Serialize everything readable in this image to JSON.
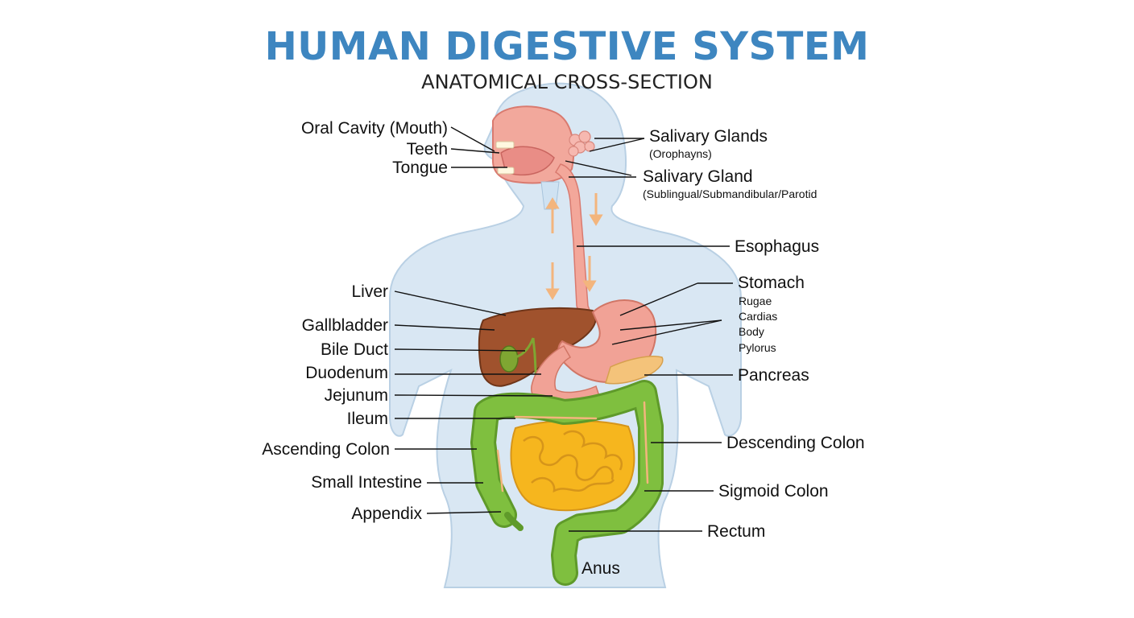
{
  "header": {
    "title": "HUMAN DIGESTIVE SYSTEM",
    "subtitle": "ANATOMICAL CROSS-SECTION"
  },
  "labels": {
    "oral_cavity": "Oral Cavity (Mouth)",
    "teeth": "Teeth",
    "tongue": "Tongue",
    "liver": "Liver",
    "gallbladder": "Gallbladder",
    "bile_duct": "Bile Duct",
    "duodenum": "Duodenum",
    "jejunum": "Jejunum",
    "ileum": "Ileum",
    "ascending_colon": "Ascending Colon",
    "small_intestine": "Small Intestine",
    "appendix": "Appendix",
    "salivary_glands": "Salivary Glands",
    "salivary_glands_sub": "(Orophayns)",
    "salivary_gland": "Salivary Gland",
    "salivary_gland_sub": "(Sublingual/Submandibular/Parotid",
    "esophagus": "Esophagus",
    "stomach": "Stomach",
    "stomach_parts": [
      "Rugae",
      "Cardias",
      "Body",
      "Pylorus"
    ],
    "pancreas": "Pancreas",
    "descending_colon": "Descending Colon",
    "sigmoid_colon": "Sigmoid Colon",
    "rectum": "Rectum",
    "anus": "Anus"
  },
  "colors": {
    "title": "#3e86c0",
    "body": "#d9e7f3",
    "body_outline": "#b9d0e4",
    "mouth": "#f2a89c",
    "esophagus": "#f3a79a",
    "liver": "#a0522d",
    "gallbladder": "#7fa632",
    "stomach": "#f1a296",
    "pancreas": "#f4c37a",
    "large_intestine": "#7fbf3f",
    "small_intestine": "#f6b61e",
    "arrow": "#f3b57d"
  }
}
